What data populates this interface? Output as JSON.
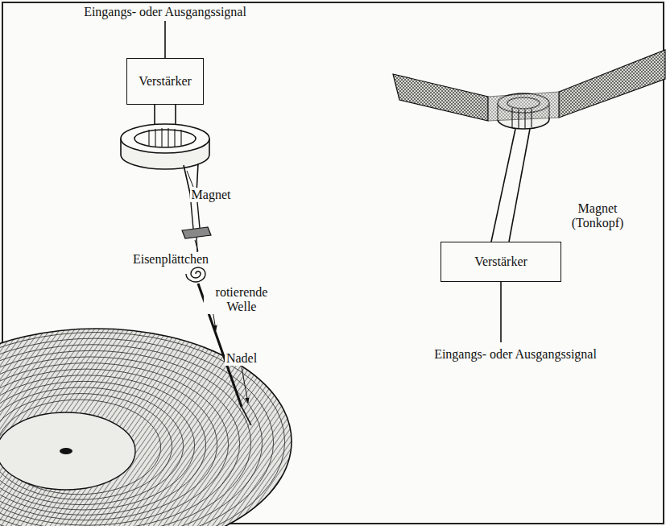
{
  "diagram": {
    "nodes": [
      {
        "text": [
          "Verstärker"
        ]
      },
      {
        "text": [
          "Verstärker"
        ]
      }
    ],
    "labels": [
      "Eingangs- oder Ausgangssignal",
      "Magnet",
      "Eisenplättchen",
      "rotierende Welle",
      "Nadel",
      "Magnet (Tonkopf)",
      "Eingangs- oder Ausgangssignal"
    ]
  }
}
